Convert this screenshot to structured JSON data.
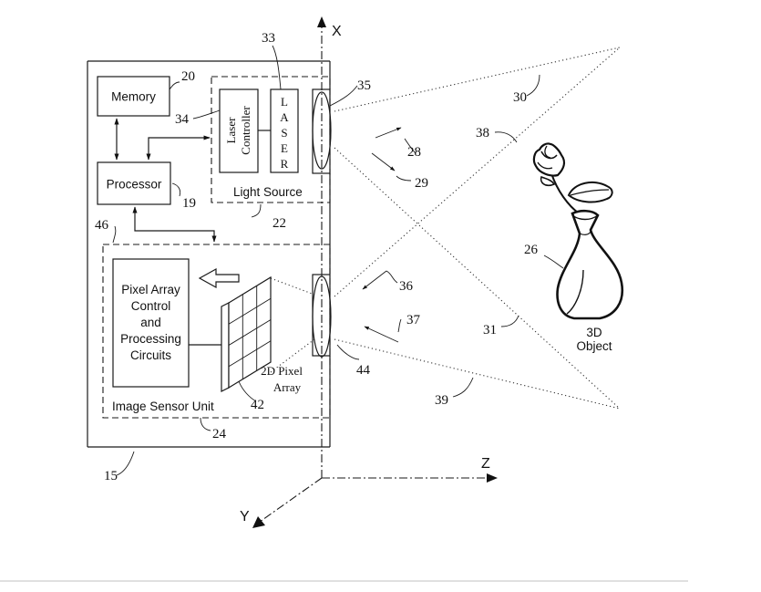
{
  "figure": {
    "blocks": {
      "memory": "Memory",
      "processor": "Processor",
      "laser_controller": [
        "Laser",
        "Controller"
      ],
      "laser": [
        "L",
        "A",
        "S",
        "E",
        "R"
      ],
      "light_source": "Light Source",
      "pixel_circuits": [
        "Pixel Array",
        "Control",
        "and",
        "Processing",
        "Circuits"
      ],
      "image_sensor_unit": "Image Sensor Unit",
      "pixel_array": [
        "2D Pixel",
        "Array"
      ],
      "object": [
        "3D",
        "Object"
      ]
    },
    "axes": {
      "x": "X",
      "y": "Y",
      "z": "Z"
    },
    "refs": {
      "r15": "15",
      "r19": "19",
      "r20": "20",
      "r22": "22",
      "r24": "24",
      "r26": "26",
      "r28": "28",
      "r29": "29",
      "r30": "30",
      "r31": "31",
      "r33": "33",
      "r34": "34",
      "r35": "35",
      "r36": "36",
      "r37": "37",
      "r38": "38",
      "r39": "39",
      "r42": "42",
      "r44": "44",
      "r46": "46"
    }
  }
}
